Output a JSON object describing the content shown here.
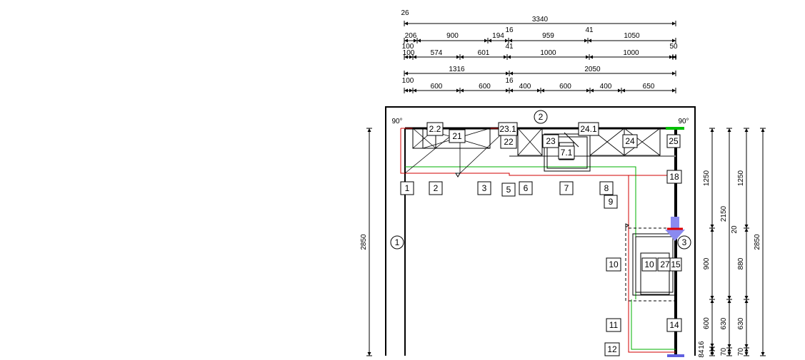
{
  "plan": {
    "angle_marks": [
      "90°",
      "90°"
    ],
    "wall_markers": [
      "1",
      "2",
      "3"
    ],
    "top_dimensions": {
      "row1": [
        "3340"
      ],
      "row1_offsets": [
        "26"
      ],
      "row2": [
        "206",
        "900",
        "194",
        "959",
        "1050"
      ],
      "row2_offsets": [
        "16",
        "41"
      ],
      "row3": [
        "100",
        "574",
        "601",
        "1000",
        "1000",
        "50"
      ],
      "row3_offsets": [
        "41"
      ],
      "row4": [
        "1316",
        "2050"
      ],
      "row4_offsets": [
        "100",
        "16"
      ],
      "row5": [
        "600",
        "600",
        "400",
        "600",
        "400",
        "650"
      ]
    },
    "left_dimension": "2850",
    "right_dimensions": {
      "col1": [
        "1250",
        "900",
        "600",
        "84",
        "16"
      ],
      "col2": [
        "2150",
        "20",
        "630",
        "70"
      ],
      "col3": [
        "1250",
        "880",
        "630",
        "70"
      ],
      "col4": [
        "2850"
      ]
    },
    "cabinet_labels": [
      "1",
      "2",
      "3",
      "5",
      "6",
      "7",
      "8",
      "9",
      "10",
      "11",
      "12",
      "14",
      "18"
    ],
    "appliance_labels": [
      "2.2",
      "21",
      "23.1",
      "22",
      "23",
      "7.1",
      "24.1",
      "24",
      "25",
      "10",
      "27",
      "15"
    ]
  }
}
